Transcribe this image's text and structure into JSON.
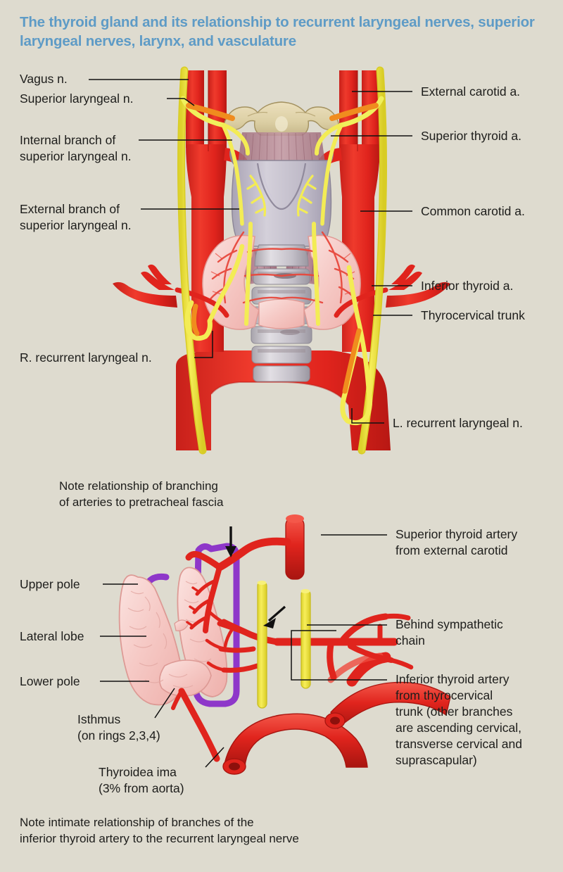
{
  "title": "The thyroid gland and its relationship to recurrent laryngeal nerves, superior laryngeal nerves, larynx, and vasculature",
  "colors": {
    "background": "#dedbcf",
    "title": "#5e9bc6",
    "artery": "#e8312a",
    "artery_dark": "#c21d17",
    "nerve": "#f2e63c",
    "nerve_orange": "#f08c1e",
    "fascia_purple": "#8e37c9",
    "thyroid_pink": "#f6c9c6",
    "cartilage_grey": "#bdb8c6",
    "hyoid_tan": "#ded0a8",
    "trachea_grey": "#c9c6cc",
    "muscle_mauve": "#b3808f",
    "label_text": "#1d1d1b"
  },
  "upper_figure": {
    "labels_left": [
      {
        "id": "vagus-n",
        "text": "Vagus n."
      },
      {
        "id": "superior-laryngeal-n",
        "text": "Superior laryngeal n."
      },
      {
        "id": "internal-branch-superior-laryngeal-n",
        "text": "Internal branch of\nsuperior laryngeal n."
      },
      {
        "id": "external-branch-superior-laryngeal-n",
        "text": "External branch of\nsuperior laryngeal n."
      },
      {
        "id": "r-recurrent-laryngeal-n",
        "text": "R. recurrent laryngeal n."
      }
    ],
    "labels_right": [
      {
        "id": "external-carotid-a",
        "text": "External carotid a."
      },
      {
        "id": "superior-thyroid-a",
        "text": "Superior thyroid a."
      },
      {
        "id": "common-carotid-a",
        "text": "Common carotid a."
      },
      {
        "id": "inferior-thyroid-a",
        "text": "Inferior thyroid a."
      },
      {
        "id": "thyrocervical-trunk",
        "text": "Thyrocervical trunk"
      },
      {
        "id": "l-recurrent-laryngeal-n",
        "text": "L. recurrent laryngeal n."
      }
    ]
  },
  "lower_figure": {
    "note_top": "Note relationship of branching\nof arteries to pretracheal fascia",
    "labels_left": [
      {
        "id": "upper-pole",
        "text": "Upper pole"
      },
      {
        "id": "lateral-lobe",
        "text": "Lateral lobe"
      },
      {
        "id": "lower-pole",
        "text": "Lower pole"
      },
      {
        "id": "isthmus",
        "text": "Isthmus\n(on rings 2,3,4)"
      },
      {
        "id": "thyroidea-ima",
        "text": "Thyroidea ima\n(3% from aorta)"
      }
    ],
    "labels_right": [
      {
        "id": "superior-thyroid-artery-from-external-carotid",
        "text": "Superior thyroid artery\nfrom external carotid"
      },
      {
        "id": "behind-sympathetic-chain",
        "text": "Behind sympathetic\nchain"
      },
      {
        "id": "inferior-thyroid-artery-from-thyrocervical-trunk",
        "text": "Inferior thyroid artery\nfrom thyrocervical\ntrunk (other branches\nare ascending cervical,\ntransverse cervical and\nsuprascapular)"
      }
    ]
  },
  "footer_note": "Note intimate relationship of branches of the\ninferior thyroid artery to the recurrent laryngeal nerve"
}
